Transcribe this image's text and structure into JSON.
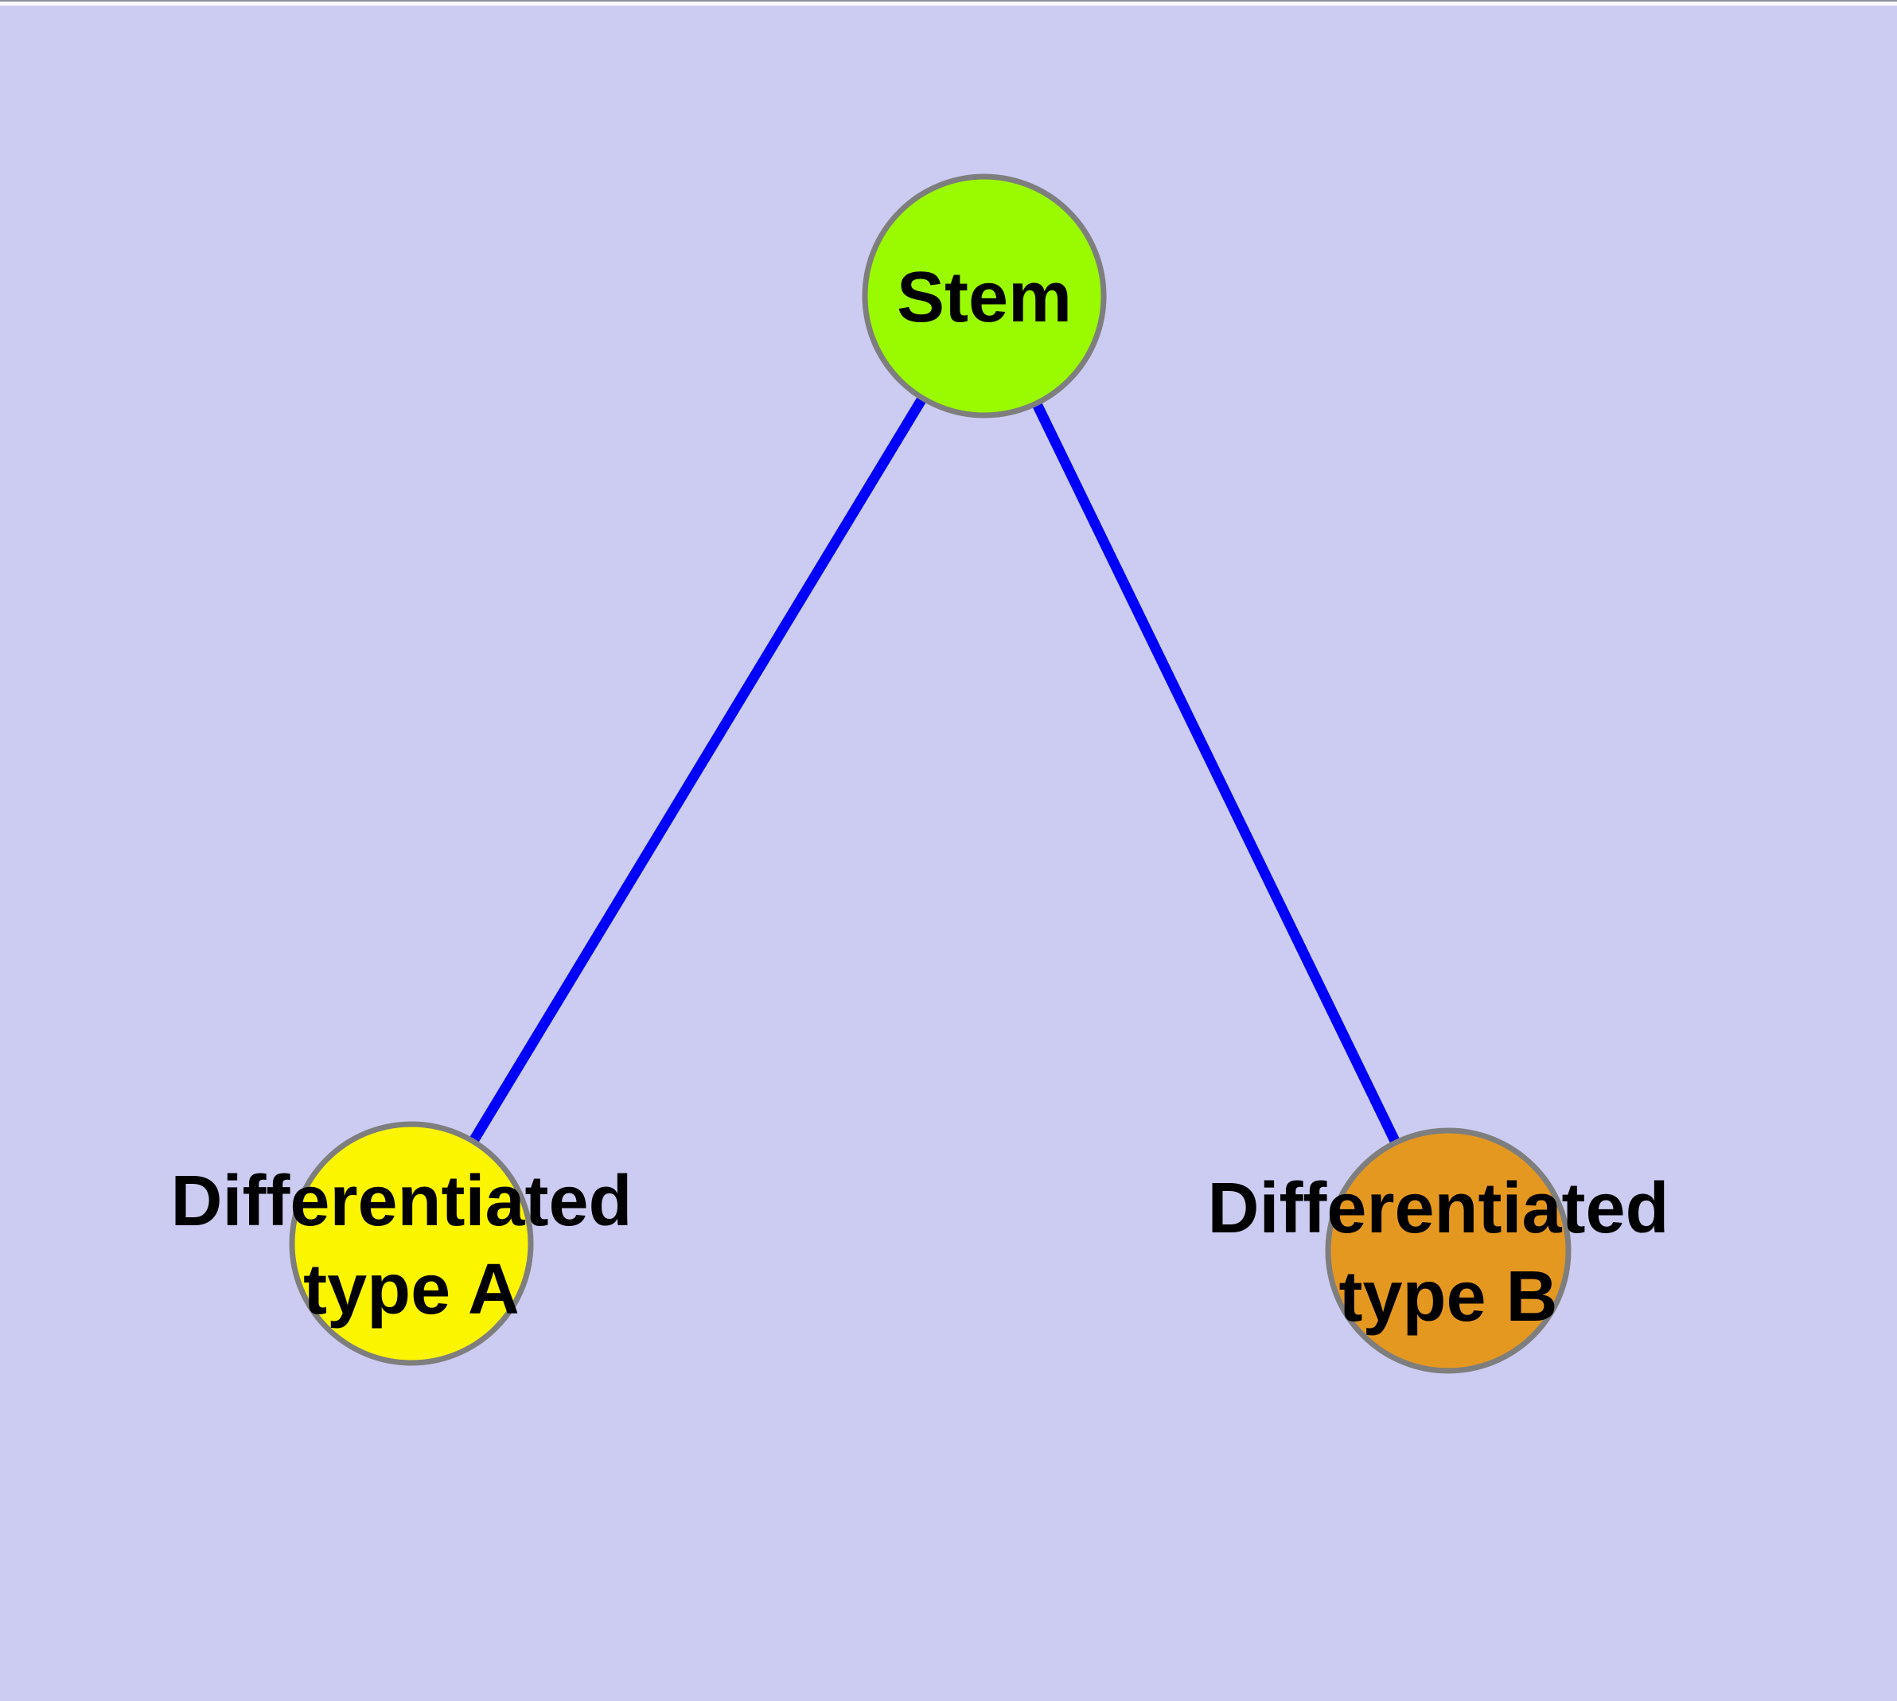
{
  "frame": {
    "background_color": "#CCCCF2",
    "top_hairline_color": "#90909E",
    "top_strip_color": "#FBFBFF"
  },
  "diagram": {
    "edge_color": "#0000F8",
    "node_border_color": "#7E7E7E",
    "label_color": "#000000",
    "nodes": [
      {
        "id": "stem",
        "label_lines": [
          "Stem"
        ],
        "fill": "#9AFA00"
      },
      {
        "id": "type-a",
        "label_lines": [
          "Differentiated",
          "type A"
        ],
        "fill": "#FCF500"
      },
      {
        "id": "type-b",
        "label_lines": [
          "Differentiated",
          "type B"
        ],
        "fill": "#E59820"
      }
    ],
    "edges": [
      {
        "from": "stem",
        "to": "type-a"
      },
      {
        "from": "stem",
        "to": "type-b"
      }
    ]
  }
}
